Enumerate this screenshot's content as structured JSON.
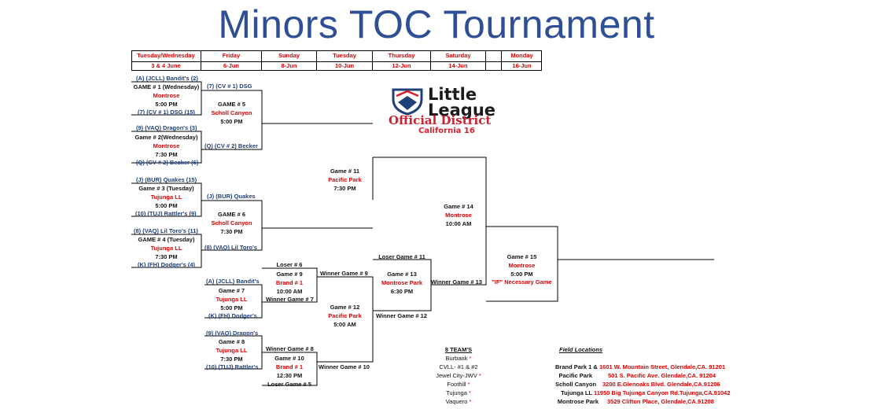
{
  "title": "Minors TOC Tournament",
  "header": [
    {
      "day": "Tuesday/Wednesday",
      "date": "3 & 4 June"
    },
    {
      "day": "Friday",
      "date": "6-Jun"
    },
    {
      "day": "Sunday",
      "date": "8-Jun"
    },
    {
      "day": "Tuesday",
      "date": "10-Jun"
    },
    {
      "day": "Thursday",
      "date": "12-Jun"
    },
    {
      "day": "Saturday",
      "date": "14-Jun"
    },
    {
      "day": "",
      "date": ""
    },
    {
      "day": "Monday",
      "date": "16-Jun"
    }
  ],
  "logo": {
    "line1": "Little",
    "line2": "League",
    "line3": "Official District",
    "line4": "California 16"
  },
  "r1": {
    "g1": {
      "top": "(A) (JCLL) Bandit's (2)",
      "game": "GAME # 1 (Wednesday)",
      "loc": "Montrose",
      "time": "5:00 PM",
      "bottom": "(7) (CV # 1) DSG (15)"
    },
    "g2": {
      "top": "(9) (VAQ) Dragon's (3)",
      "game": "Game # 2(Wednesday)",
      "loc": "Montrose",
      "time": "7:30 PM",
      "bottom": "(Q) (CV # 2) Becker (6)"
    },
    "g3": {
      "top": "(J) (BUR) Quakes (15)",
      "game": "Game # 3 (Tuesday)",
      "loc": "Tujunga LL",
      "time": "5:00 PM",
      "bottom": "(10) (TUJ) Rattler's (9)"
    },
    "g4": {
      "top": "(8) (VAQ) Lil Toro's (11)",
      "game": "GAME # 4 (Tuesday)",
      "loc": "Tujunga LL",
      "time": "7:30 PM",
      "bottom": "(K) (FH) Dodger's (4)"
    }
  },
  "r2": {
    "g5": {
      "top": "(7) (CV # 1) DSG",
      "game": "GAME # 5",
      "loc": "Scholl Canyon",
      "time": "5:00 PM",
      "bottom": "(Q) (CV # 2) Becker"
    },
    "g6": {
      "top": "(J) (BUR) Quakes",
      "game": "GAME # 6",
      "loc": "Scholl Canyon",
      "time": "7:30 PM",
      "bottom": "(8) (VAQ) Lil Toro's"
    },
    "g7": {
      "top": "(A) (JCLL) Bandit's",
      "game": "Game # 7",
      "loc": "Tujunga LL",
      "time": "5:00 PM",
      "bottom": "(K) (FH) Dodger's"
    },
    "g8": {
      "top": "(9) (VAQ) Dragon's",
      "game": "Game # 8",
      "loc": "Tujunga LL",
      "time": "7:30 PM",
      "bottom": "(10) (TUJ) Rattler's"
    }
  },
  "r3": {
    "g9": {
      "top": "Loser # 6",
      "game": "Game # 9",
      "loc": "Brand # 1",
      "time": "10:00 AM",
      "bottom": "Winner Game # 7"
    },
    "g10": {
      "top": "Winner Game # 8",
      "game": "Game # 10",
      "loc": "Brand # 1",
      "time": "12:30 PM",
      "bottom": "Loser Game # 5"
    }
  },
  "g11": {
    "game": "Game # 11",
    "loc": "Pacific Park",
    "time": "7:30 PM"
  },
  "g12": {
    "top": "Winner Game # 9",
    "game": "Game # 12",
    "loc": "Pacific Park",
    "time": "5:00 AM",
    "bottom": "Winner Game # 10"
  },
  "g13": {
    "top": "Loser Game # 11",
    "game": "Game # 13",
    "loc": "Montrose Park",
    "time": "6:30 PM",
    "bottom": "Winner Game # 12"
  },
  "g14": {
    "game": "Game # 14",
    "loc": "Montrose",
    "time": "10:00 AM"
  },
  "g15": {
    "left": "Winner Game # 13",
    "game": "Game # 15",
    "loc": "Montrose",
    "time": "5:00 PM",
    "note": "\"IF\" Necessary Game"
  },
  "teams": {
    "heading": "8 TEAM'S",
    "list": [
      "Burbank",
      "CVLL- #1 & #2",
      "Jewel City-JWV",
      "Foothill",
      "Tujunga",
      "Vaquero"
    ],
    "mark": "*"
  },
  "fields": {
    "heading": "Field Locations",
    "rows": [
      {
        "name": "Brand Park 1 & 2",
        "addr": "1601 W. Mountain Street, Glendale,CA. 91201"
      },
      {
        "name": "Pacific Park",
        "addr": "501 S. Pacific Ave. Glendale,CA. 91204"
      },
      {
        "name": "Scholl Canyon",
        "addr": "3200 E.Glenoaks Blvd. Glendale,CA.91206"
      },
      {
        "name": "Tujunga LL",
        "addr": "11950 Big Tujunga Canyon Rd.Tujunga,CA.91042"
      },
      {
        "name": "Montrose Park",
        "addr": "3529 Clifton Place, Glendale,CA.91208"
      }
    ]
  },
  "colors": {
    "title": "#2e4f95",
    "team": "#1f3f7a",
    "location": "#dd0000",
    "logo_red": "#d1202f"
  }
}
